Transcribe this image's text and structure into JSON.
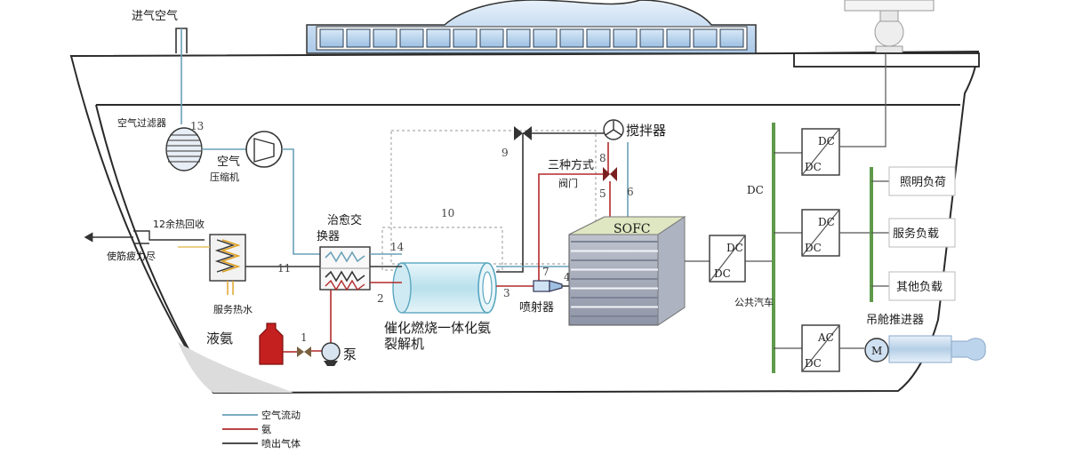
{
  "labels": {
    "intake_air": "进气空气",
    "air_filter": "空气过滤器",
    "air_filter_num": "13",
    "air": "空气",
    "compressor": "压缩机",
    "heat_recovery": "12余热回收",
    "exhaust_out": "使筋疲力尽",
    "service_hot_water": "服务热水",
    "hx_line1": "治愈交",
    "hx_line2": "换器",
    "cracker_line1": "催化燃烧一体化氨",
    "cracker_line2": "裂解机",
    "liquid_ammonia": "液氨",
    "pump": "泵",
    "ejector": "喷射器",
    "three_way_line1": "三种方式",
    "three_way_line2": "阀门",
    "mixer": "搅拌器",
    "sofc": "SOFC",
    "dc_bus": "DC",
    "public_bus": "公共汽车",
    "lighting_load": "照明负荷",
    "service_load": "服务负载",
    "other_load": "其他负载",
    "pod_thruster": "吊舱推进器",
    "motor": "M"
  },
  "converters": {
    "dcdc": {
      "in": "DC",
      "out": "DC"
    },
    "acdc": {
      "in": "AC",
      "out": "DC"
    }
  },
  "numbers": {
    "n1": "1",
    "n2": "2",
    "n3": "3",
    "n4": "4",
    "n5": "5",
    "n6": "6",
    "n7": "7",
    "n8": "8",
    "n9": "9",
    "n10": "10",
    "n11": "11",
    "n14": "14"
  },
  "legend": [
    {
      "label": "空气流动",
      "color": "#6aa0b8"
    },
    {
      "label": "氨",
      "color": "#b22a2a"
    },
    {
      "label": "喷出气体",
      "color": "#333333"
    }
  ],
  "colors": {
    "air_flow": "#6aa0b8",
    "ammonia": "#b22a2a",
    "jet_gas": "#333333",
    "bus": "#5f9a4b",
    "window": "#b8d4ee",
    "sofc_top": "#dfe6c2"
  }
}
